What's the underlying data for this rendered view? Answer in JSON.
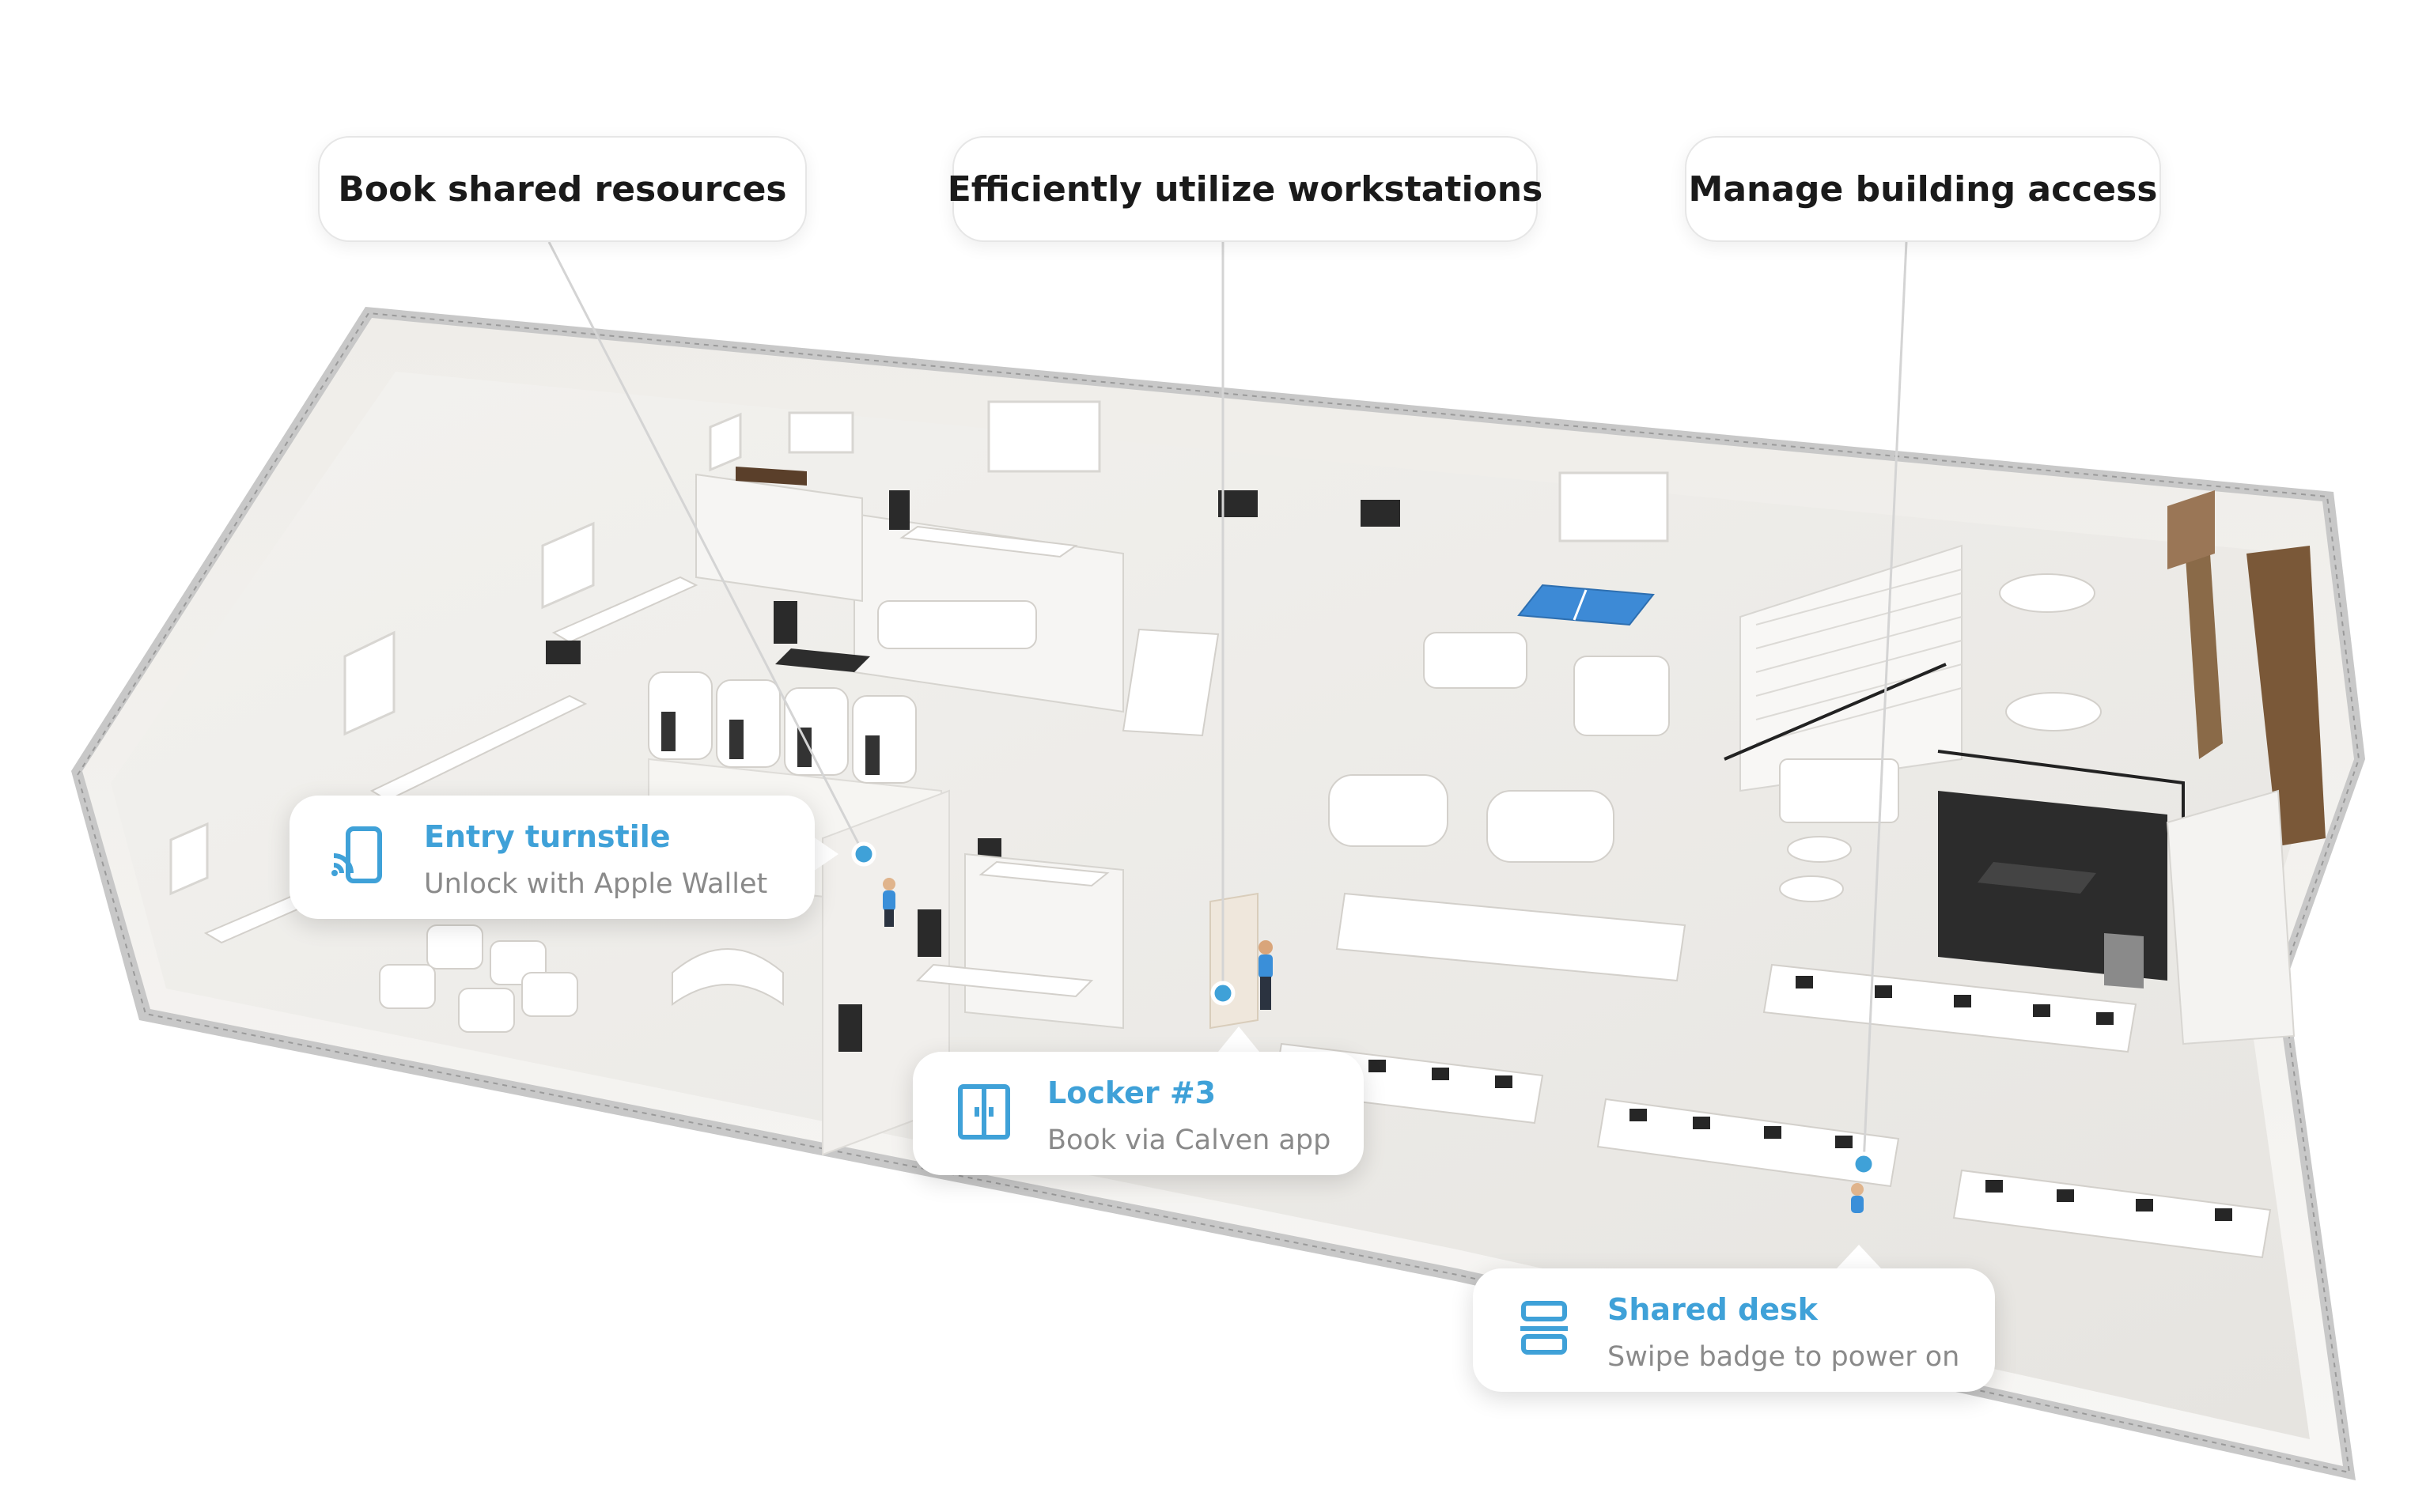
{
  "callouts": {
    "book_resources": "Book shared resources",
    "workstations": "Efficiently utilize workstations",
    "building_access": "Manage building access"
  },
  "hotspots": [
    {
      "title": "Entry turnstile",
      "subtitle": "Unlock with Apple Wallet",
      "icon": "phone-nfc-icon"
    },
    {
      "title": "Locker #3",
      "subtitle": "Book via Calven app",
      "icon": "locker-icon"
    },
    {
      "title": "Shared desk",
      "subtitle": "Swipe badge to power on",
      "icon": "desk-icon"
    }
  ],
  "colors": {
    "accent": "#3fa1d8",
    "floor": "#ecebe8",
    "wall": "#f4f3f1",
    "rim": "#bdbdbd",
    "furniture": "#ffffff",
    "monitor": "#2a2a2a",
    "wood": "#8a6a48"
  }
}
